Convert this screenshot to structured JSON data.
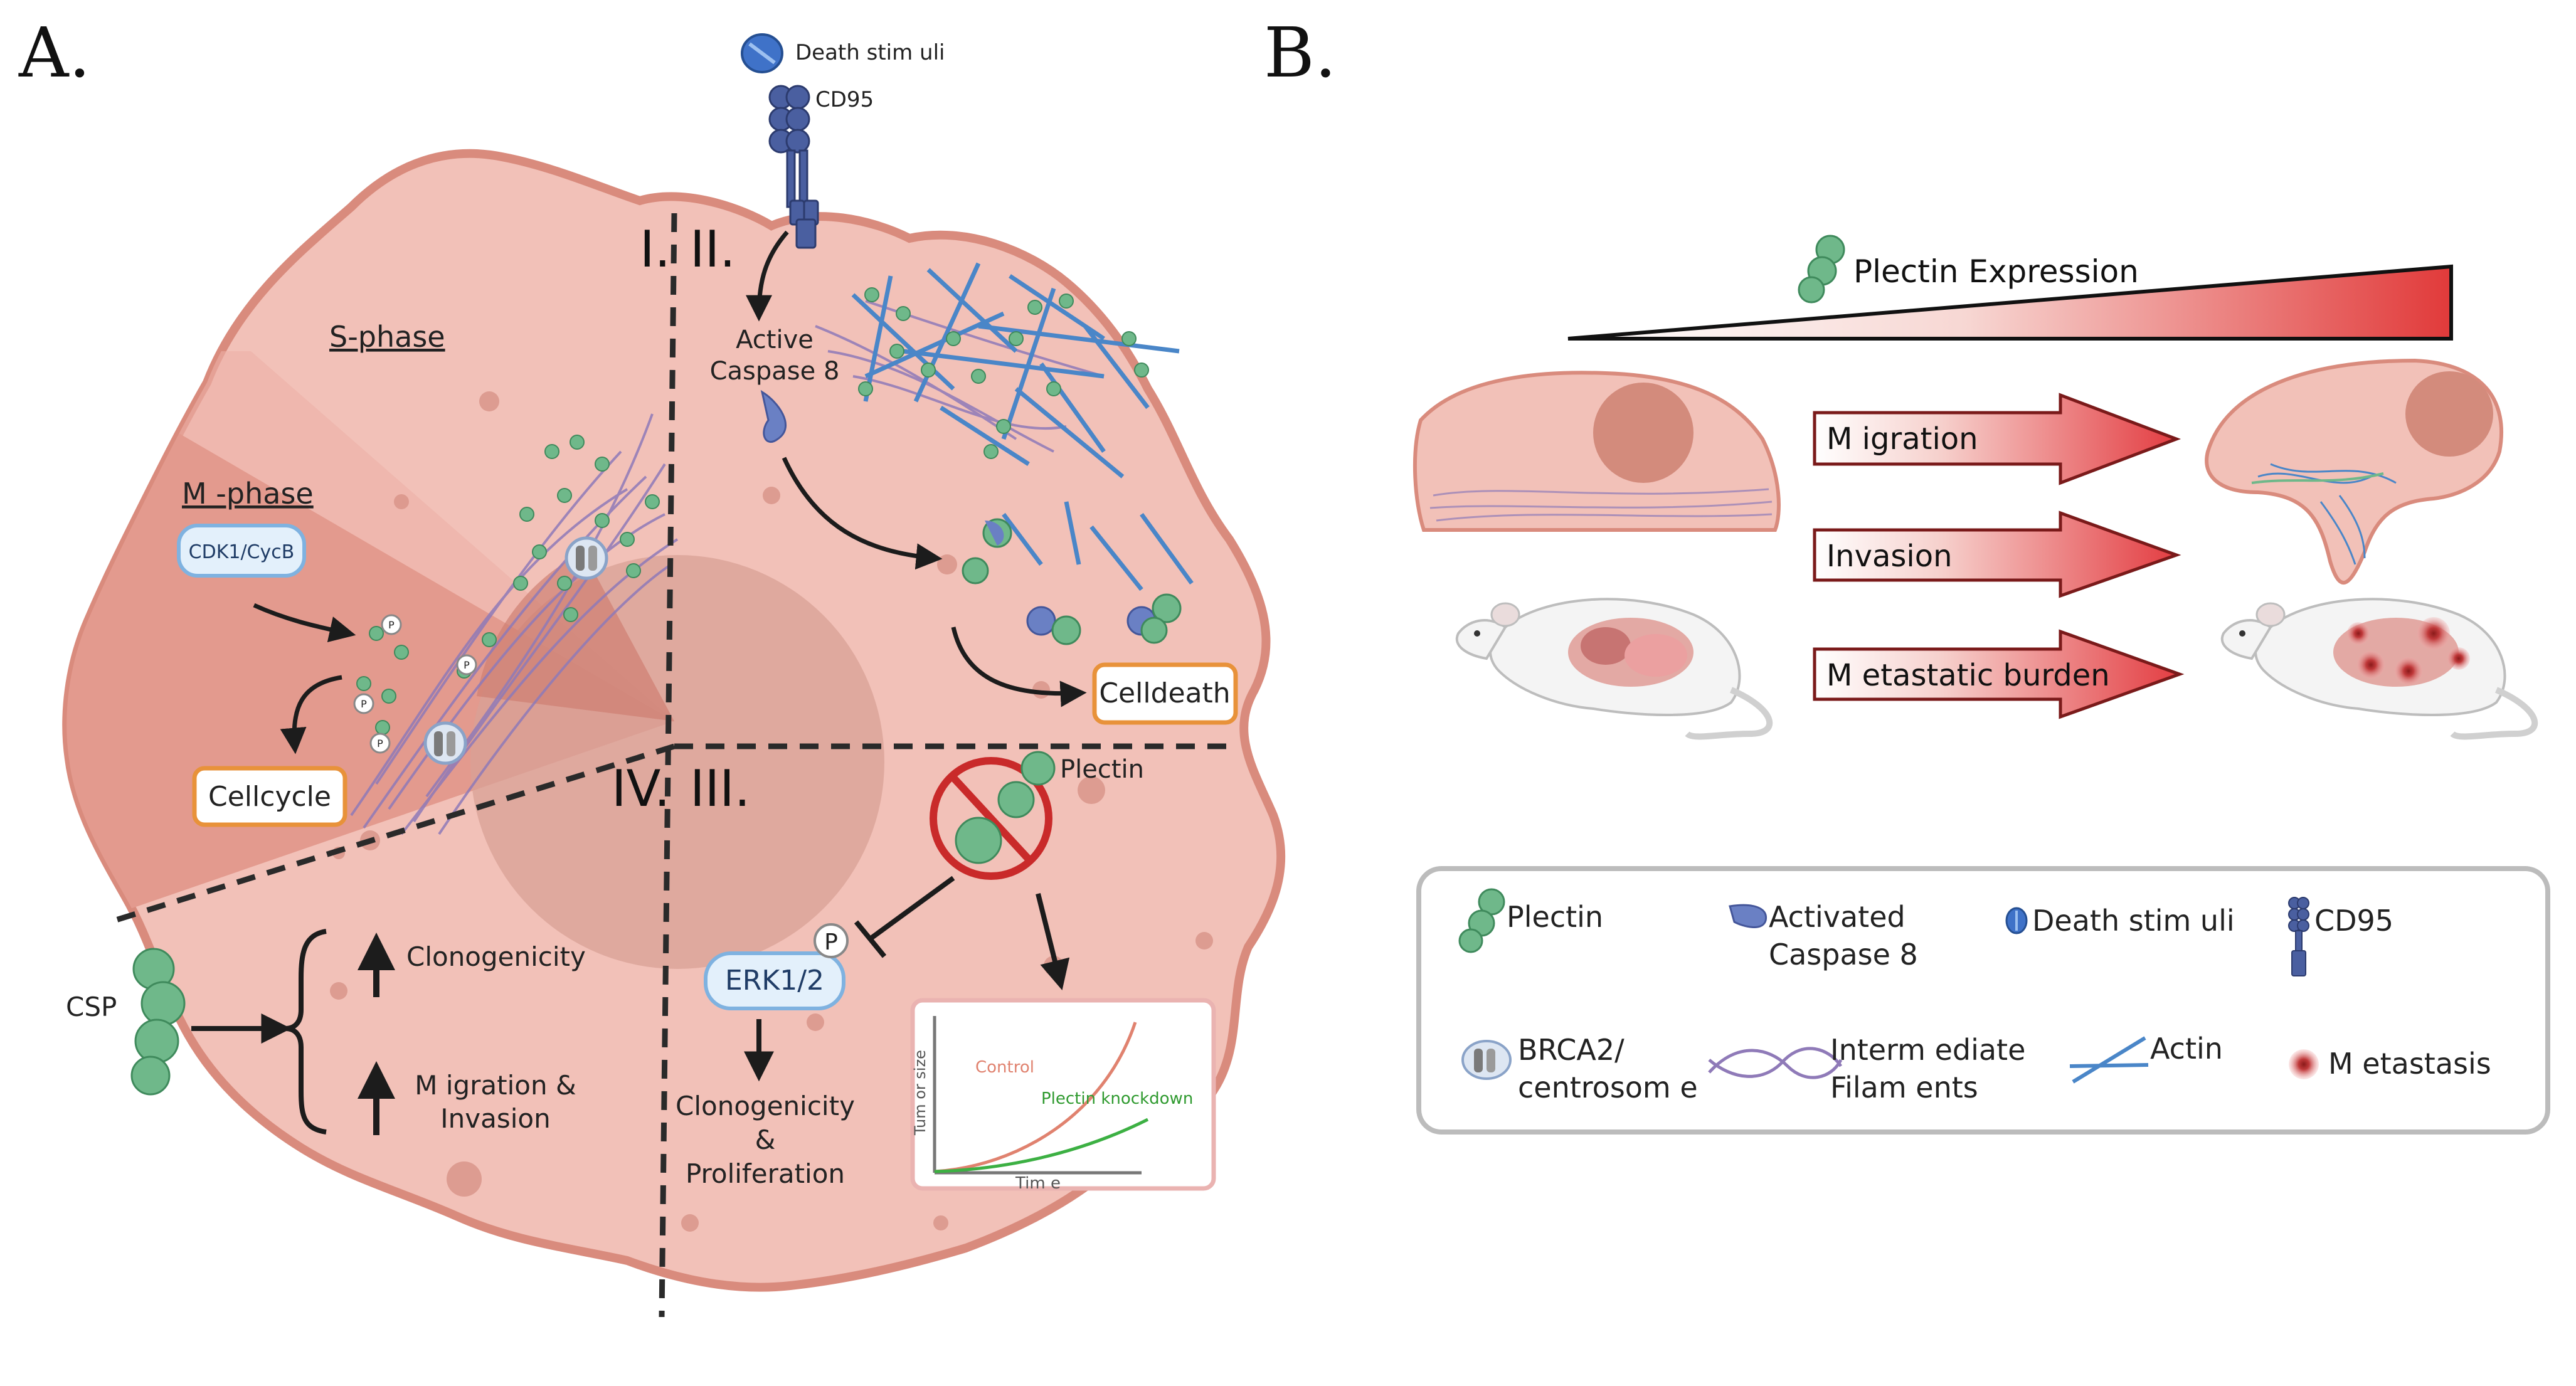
{
  "panel_a": {
    "label": "A.",
    "section_labels": {
      "q1": "I.",
      "q2": "II.",
      "q3": "III.",
      "q4": "IV."
    },
    "top": {
      "death_stimuli": "Death stim uli",
      "cd95": "CD95"
    },
    "s_phase": "S-phase",
    "m_phase": "M -phase",
    "cdk_box": "CDK1/CycB",
    "p_badge": "P",
    "cell_cycle_box": "Cellcycle",
    "active_caspase": [
      "Active",
      "Caspase 8"
    ],
    "cell_death_box": "Celldeath",
    "plectin_label": "Plectin",
    "erk_box": "ERK1/2",
    "erk_p": "P",
    "clonogenicity_prolif": [
      "Clonogenicity",
      "&",
      "Proliferation"
    ],
    "csp_label": "CSP",
    "clonogenicity": "Clonogenicity",
    "migration_invasion": [
      "M igration &",
      "Invasion"
    ],
    "inset": {
      "ylabel": "Tum or size",
      "xlabel": "Tim e",
      "control_label": "Control",
      "knockdown_label": "Plectin knockdown"
    }
  },
  "panel_b": {
    "label": "B.",
    "expression_label": "Plectin Expression",
    "arrows": [
      "M igration",
      "Invasion",
      "M etastatic burden"
    ]
  },
  "legend": {
    "plectin": "Plectin",
    "activated_caspase": [
      "Activated",
      "Caspase 8"
    ],
    "death_stimuli": "Death stim uli",
    "cd95": "CD95",
    "brca2": [
      "BRCA2/",
      "centrosom e"
    ],
    "intermediate_filaments": [
      "Interm ediate",
      "Filam ents"
    ],
    "actin": "Actin",
    "metastasis": "M etastasis"
  },
  "colors": {
    "cell_fill": "#f2c1b8",
    "cell_stroke": "#d98b7d",
    "m_phase_fill": "#e39a8e",
    "nucleus": "#d8a096",
    "plectin_green": "#6fb88a",
    "caspase_blue": "#6a80c4",
    "actin_blue": "#4a86c8",
    "if_purple": "#8f7ab8",
    "box_orange": "#e8923a",
    "gradient_red": "#e13a3a"
  }
}
